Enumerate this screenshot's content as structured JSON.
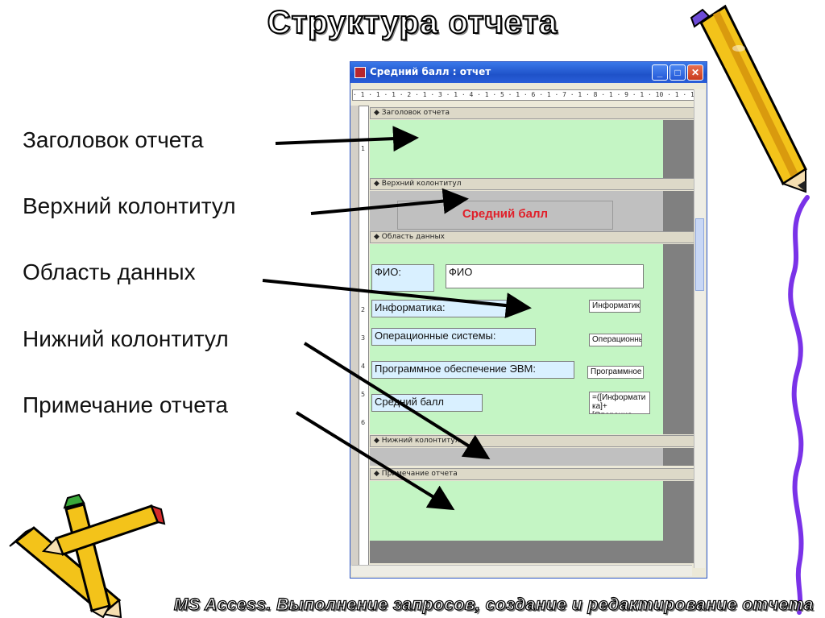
{
  "slide": {
    "title": "Структура отчета",
    "footer": "MS Access. Выполнение запросов, создание и редактирование отчета"
  },
  "labels": [
    "Заголовок отчета",
    "Верхний колонтитул",
    "Область данных",
    "Нижний колонтитул",
    "Примечание отчета"
  ],
  "window": {
    "title": "Средний балл : отчет",
    "ruler_text": "· 1 · 1 · 1 · 2 · 1 · 3 · 1 · 4 · 1 · 5 · 1 · 6 · 1 · 7 · 1 · 8 · 1 · 9 · 1 · 10 · 1 · 11 ·",
    "minimize": "_",
    "maximize": "□",
    "close": "✕",
    "vruler_numbers": [
      "1",
      "2",
      "3",
      "4",
      "5",
      "6"
    ],
    "sections": {
      "report_header": "Заголовок отчета",
      "page_header": "Верхний колонтитул",
      "detail": "Область данных",
      "page_footer": "Нижний колонтитул",
      "report_footer": "Примечание отчета"
    },
    "page_header_text": "Средний балл",
    "detail_controls": {
      "fio_label": "ФИО:",
      "fio_field": "ФИО",
      "informatics_label": "Информатика:",
      "informatics_field": "Информатик",
      "os_label": "Операционные системы:",
      "os_field": "Операционны",
      "software_label": "Программное обеспечение ЭВМ:",
      "software_field": "Программное",
      "average_label": "Средний балл",
      "average_field_line1": "=([Информати",
      "average_field_line2": "ка]+[Операцио"
    }
  },
  "colors": {
    "band_green": "#c4f5c4",
    "title_bar_blue": "#2459d8",
    "page_header_text": "#e0202a",
    "pencil_yellow": "#f3c31a",
    "squiggle_purple": "#7a32e8"
  }
}
